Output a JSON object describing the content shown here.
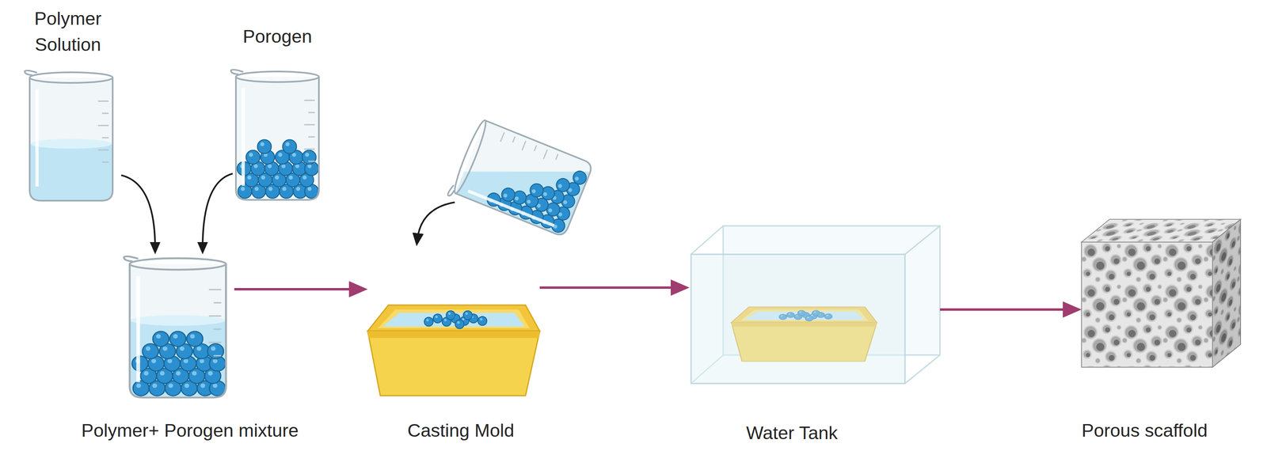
{
  "diagram": {
    "nodes": [
      {
        "text": [
          "Polymer Solution"
        ]
      },
      {
        "text": [
          "Porogen"
        ]
      },
      {
        "text": [
          "Polymer+ Porogen mixture"
        ]
      },
      {
        "text": [
          "Casting Mold"
        ]
      },
      {
        "text": [
          "Water Tank"
        ]
      },
      {
        "text": [
          "Porous scaffold"
        ]
      }
    ],
    "edges": [
      {
        "from": 0,
        "to": 2,
        "arrow": "to"
      },
      {
        "from": 1,
        "to": 2,
        "arrow": "to"
      },
      {
        "from": 2,
        "to": 3,
        "arrow": "to"
      },
      {
        "from": 3,
        "to": 4,
        "arrow": "to"
      },
      {
        "from": 4,
        "to": 5,
        "arrow": "to"
      }
    ]
  }
}
